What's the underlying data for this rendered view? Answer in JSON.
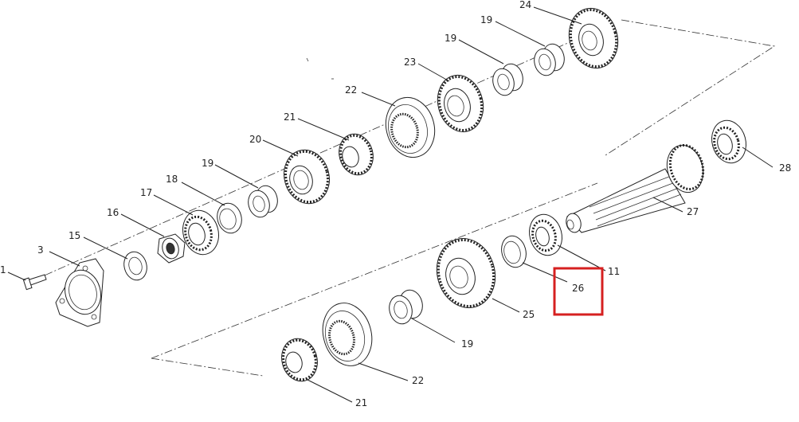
{
  "diagram": {
    "labels": {
      "l1": "1",
      "l3": "3",
      "l15": "15",
      "l16": "16",
      "l17": "17",
      "l18": "18",
      "l19a": "19",
      "l20": "20",
      "l21a": "21",
      "l22a": "22",
      "l23": "23",
      "l19b": "19",
      "l19c": "19",
      "l24": "24",
      "l28": "28",
      "l27": "27",
      "l11": "11",
      "l26": "26",
      "l25": "25",
      "l19d": "19",
      "l22b": "22",
      "l21b": "21"
    },
    "highlight_color": "#d62020"
  }
}
